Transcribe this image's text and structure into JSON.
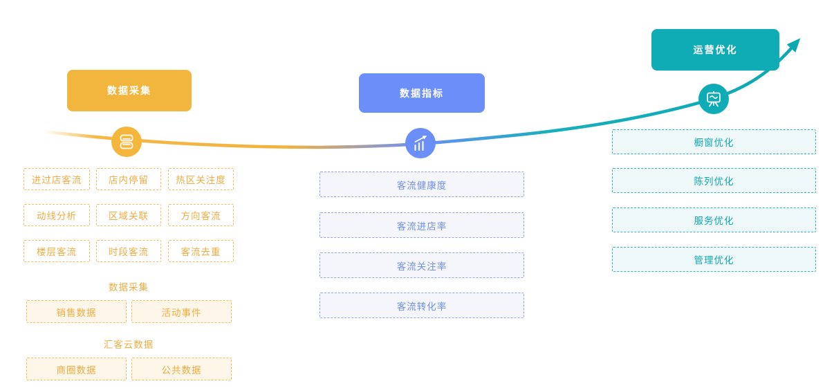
{
  "diagram": {
    "stages": [
      {
        "title": "数据采集",
        "color": "#F2B53D",
        "icon": "database-stack-icon",
        "grid_items": [
          "进过店客流",
          "店内停留",
          "热区关注度",
          "动线分析",
          "区域关联",
          "方向客流",
          "楼层客流",
          "时段客流",
          "客流去重"
        ],
        "subsections": [
          {
            "label": "数据采集",
            "items": [
              "销售数据",
              "活动事件"
            ]
          },
          {
            "label": "汇客云数据",
            "items": [
              "商圈数据",
              "公共数据"
            ]
          }
        ]
      },
      {
        "title": "数据指标",
        "color": "#6B8EF8",
        "icon": "bar-chart-trend-icon",
        "items": [
          "客流健康度",
          "客流进店率",
          "客流关注率",
          "客流转化率"
        ]
      },
      {
        "title": "运营优化",
        "color": "#0FACB6",
        "icon": "presentation-board-icon",
        "items": [
          "橱窗优化",
          "陈列优化",
          "服务优化",
          "管理优化"
        ]
      }
    ]
  }
}
